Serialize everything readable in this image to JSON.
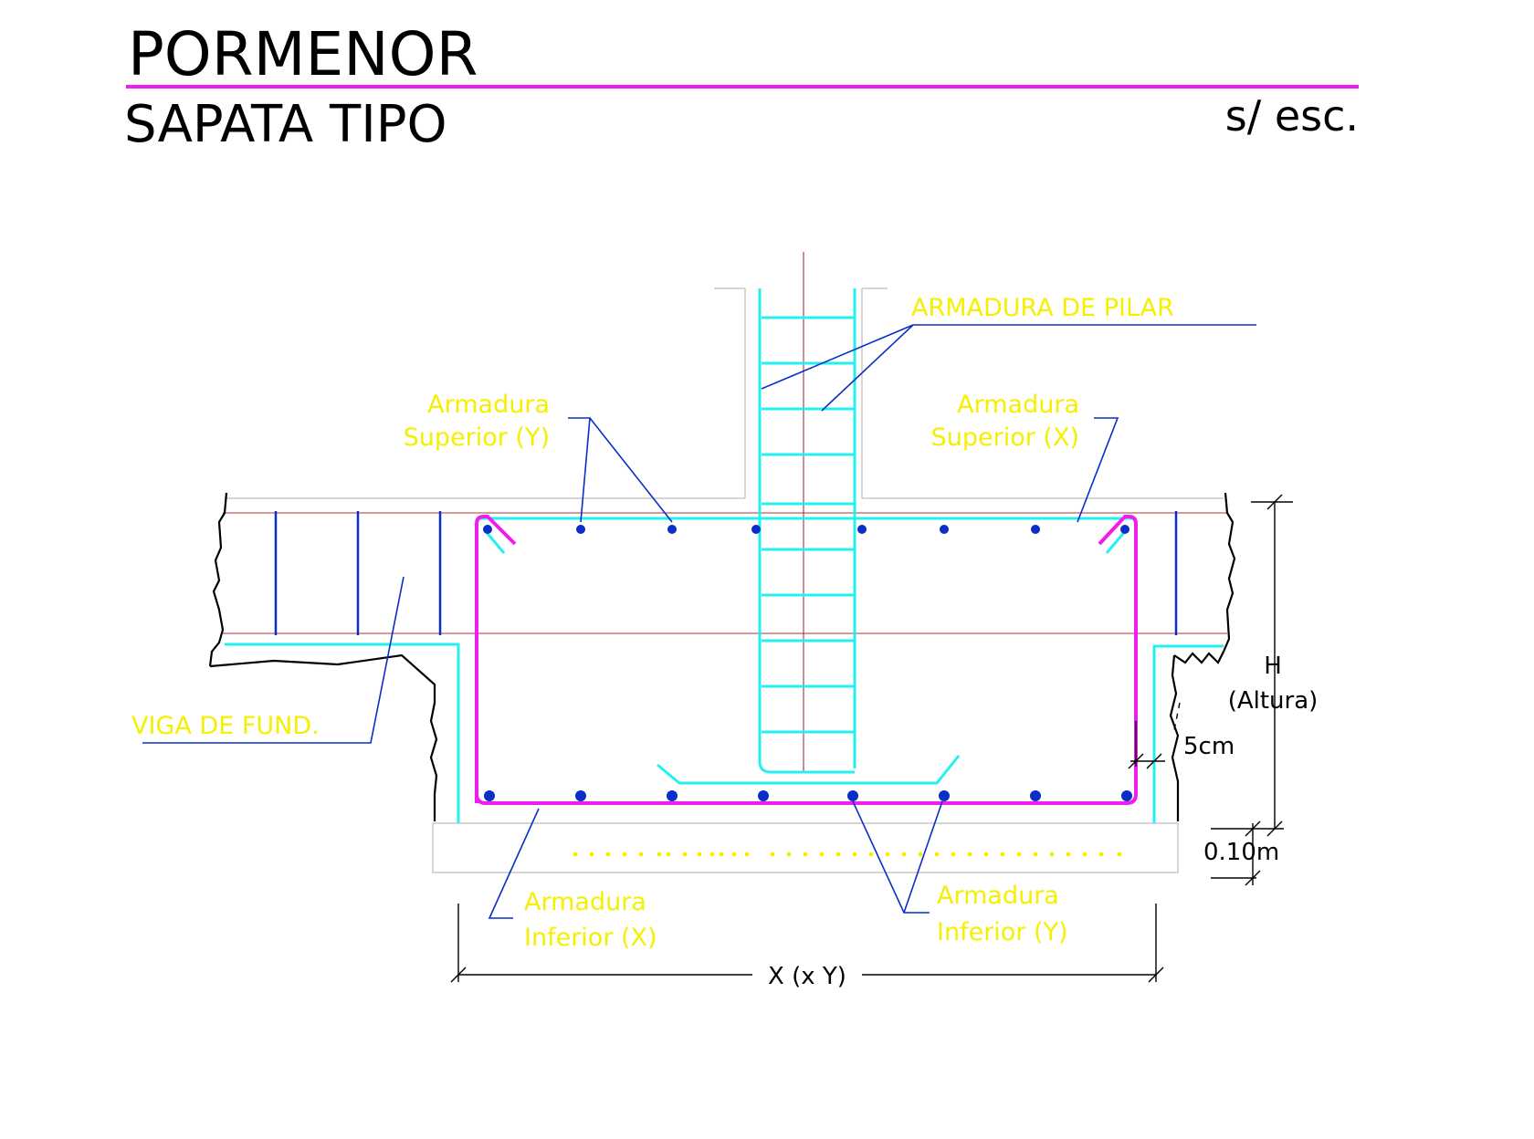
{
  "header": {
    "title": "PORMENOR",
    "subtitle": "SAPATA TIPO",
    "scale": "s/ esc."
  },
  "labels": {
    "pillar_rebar": "ARMADURA DE PILAR",
    "top_y_line1": "Armadura",
    "top_y_line2": "Superior (Y)",
    "top_x_line1": "Armadura",
    "top_x_line2": "Superior (X)",
    "ground_beam": "VIGA DE FUND.",
    "bottom_x_line1": "Armadura",
    "bottom_x_line2": "Inferior (X)",
    "bottom_y_line1": "Armadura",
    "bottom_y_line2": "Inferior (Y)"
  },
  "dimensions": {
    "height_line1": "H",
    "height_line2": "(Altura)",
    "cover": "5cm",
    "lean_concrete": "0.10m",
    "width": "X (x Y)"
  },
  "colors": {
    "title_line": "#ee1fee",
    "stirrup": "#ee1fee",
    "pillar_rebar": "#25f0f0",
    "labels": "#f5f000",
    "leaders": "#0a2ec8",
    "bars": "#0a2ec8"
  }
}
